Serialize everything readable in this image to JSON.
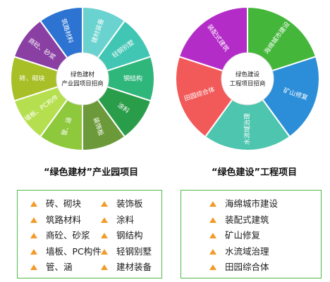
{
  "left_wheel": {
    "center": [
      "绿色建材",
      "产业园项目招商"
    ],
    "segments": [
      {
        "label": "建材装备",
        "color": "#6ad3cf"
      },
      {
        "label": "轻钢别墅",
        "color": "#41c6b3"
      },
      {
        "label": "钢结构",
        "color": "#2fb67b"
      },
      {
        "label": "涂料",
        "color": "#2a9d4a"
      },
      {
        "label": "装饰板",
        "color": "#6c9a3a"
      },
      {
        "label": "管、涵",
        "color": "#8ec83c"
      },
      {
        "label": "墙板、PC构件",
        "color": "#b5df4f"
      },
      {
        "label": "砖、砌块",
        "color": "#a9bf27"
      },
      {
        "label": "商砼、砂浆",
        "color": "#8a3fa3"
      },
      {
        "label": "筑路材料",
        "color": "#2d73d2"
      }
    ]
  },
  "right_wheel": {
    "center": [
      "绿色建设",
      "工程项目招商"
    ],
    "segments": [
      {
        "label": "海绵城市建设",
        "color": "#44b73b"
      },
      {
        "label": "矿山修复",
        "color": "#2c8ed9"
      },
      {
        "label": "水流域治理",
        "color": "#4ec5ae"
      },
      {
        "label": "田园综合体",
        "color": "#f25a5a"
      },
      {
        "label": "装配式建筑",
        "color": "#b42cc8"
      }
    ]
  },
  "headings": {
    "left": "“绿色建材”产业园项目",
    "right": "“绿色建设”工程项目"
  },
  "left_list": {
    "col1": [
      "砖、砌块",
      "筑路材料",
      "商砼、砂浆",
      "墙板、PC构件",
      "管、涵"
    ],
    "col2": [
      "装饰板",
      "涂料",
      "钢结构",
      "轻钢别墅",
      "建材装备"
    ]
  },
  "right_list": [
    "海绵城市建设",
    "装配式建筑",
    "矿山修复",
    "水流域治理",
    "田园综合体"
  ],
  "colors": {
    "accent_triangle": "#f29b2b",
    "box_border": "#52b848"
  }
}
